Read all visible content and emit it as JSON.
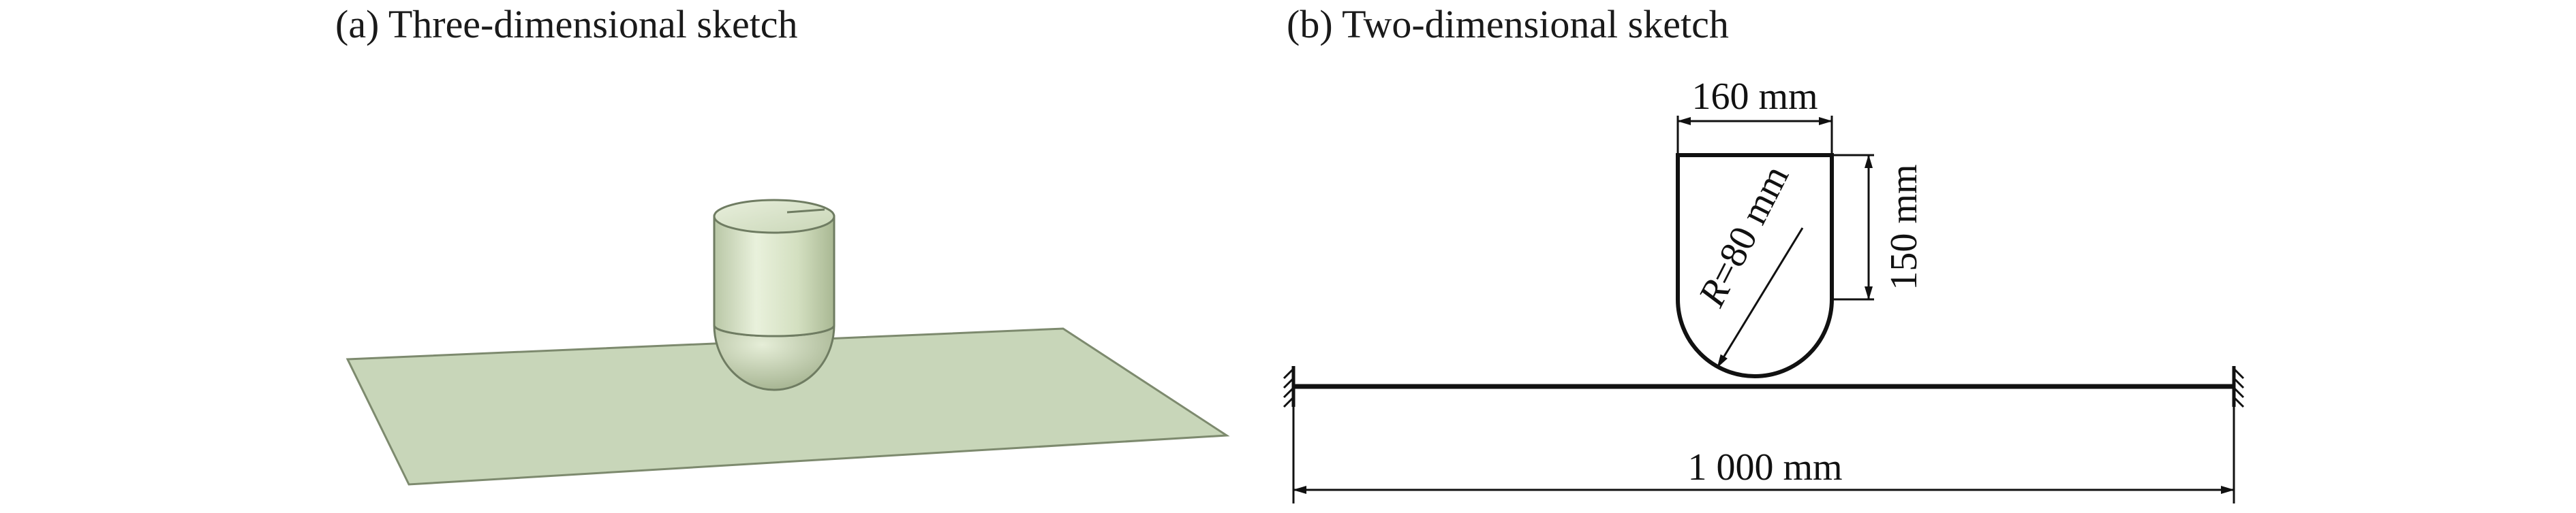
{
  "figure": {
    "panel_a": {
      "title": "(a) Three-dimensional sketch"
    },
    "panel_b": {
      "title": "(b) Two-dimensional sketch",
      "dimensions": {
        "width": "160 mm",
        "height": "150 mm",
        "radius_symbol": "R",
        "radius_value": "=80 mm",
        "span": "1 000 mm"
      }
    }
  },
  "colors": {
    "plate_fill": "#c8d6b9",
    "cylinder_fill": "#d6e2c4",
    "line": "#111111"
  }
}
